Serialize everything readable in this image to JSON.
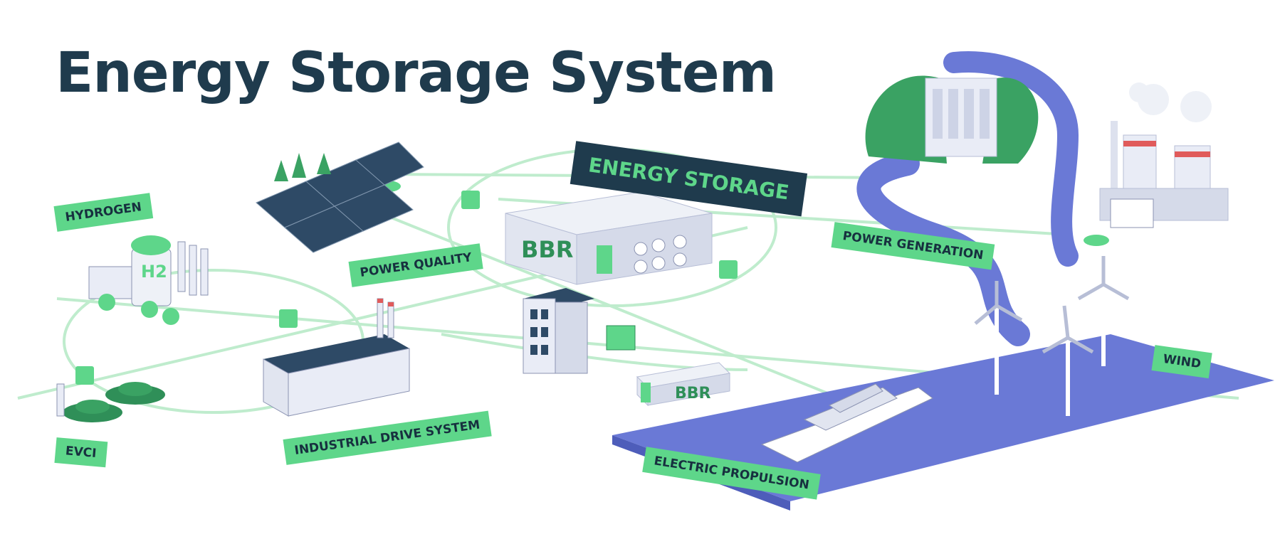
{
  "title": "Energy Storage System",
  "center_label": "ENERGY STORAGE",
  "labels": {
    "hydrogen": "HYDROGEN",
    "power_quality": "POWER QUALITY",
    "power_generation": "POWER GENERATION",
    "wind": "WIND",
    "industrial_drive": "INDUSTRIAL DRIVE SYSTEM",
    "evci": "EVCI",
    "electric_propulsion": "ELECTRIC PROPULSION"
  },
  "container_brand": "BBR",
  "hydrogen_symbol": "H2",
  "colors": {
    "title": "#1f3b4d",
    "accent_green": "#5ed68a",
    "dark_green": "#2f8f58",
    "water": "#6a79d6",
    "line": "#bfeccd"
  }
}
